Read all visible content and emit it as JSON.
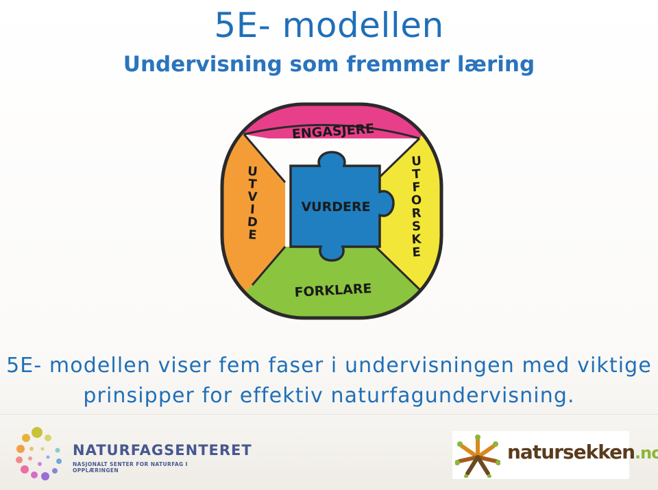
{
  "title": "5E- modellen",
  "subtitle": "Undervisning som fremmer læring",
  "diagram": {
    "phases": {
      "top": "ENGASJERE",
      "right": [
        "U",
        "T",
        "F",
        "O",
        "R",
        "S",
        "K",
        "E"
      ],
      "bottom": "FORKLARE",
      "left": [
        "U",
        "T",
        "V",
        "I",
        "D",
        "E"
      ],
      "center": "VURDERE"
    },
    "colors": {
      "top": "#e83f8b",
      "right": "#f2e738",
      "bottom": "#8bc43f",
      "left": "#f49d37",
      "center": "#1f7fc1",
      "outline": "#2a2a2a"
    }
  },
  "caption": {
    "line1": "5E- modellen viser fem faser i undervisningen med viktige",
    "line2": "prinsipper for effektiv naturfagundervisning."
  },
  "footer": {
    "naturfagsenteret_name": "NATURFAGSENTERET",
    "naturfagsenteret_sub": "NASJONALT SENTER FOR NATURFAG I OPPLÆRINGEN",
    "naturfagsenteret_icon": "dot-circle-logo",
    "natursekken_name": "natursekken",
    "natursekken_tld": ".no",
    "natursekken_icon": "tree-people-logo"
  }
}
